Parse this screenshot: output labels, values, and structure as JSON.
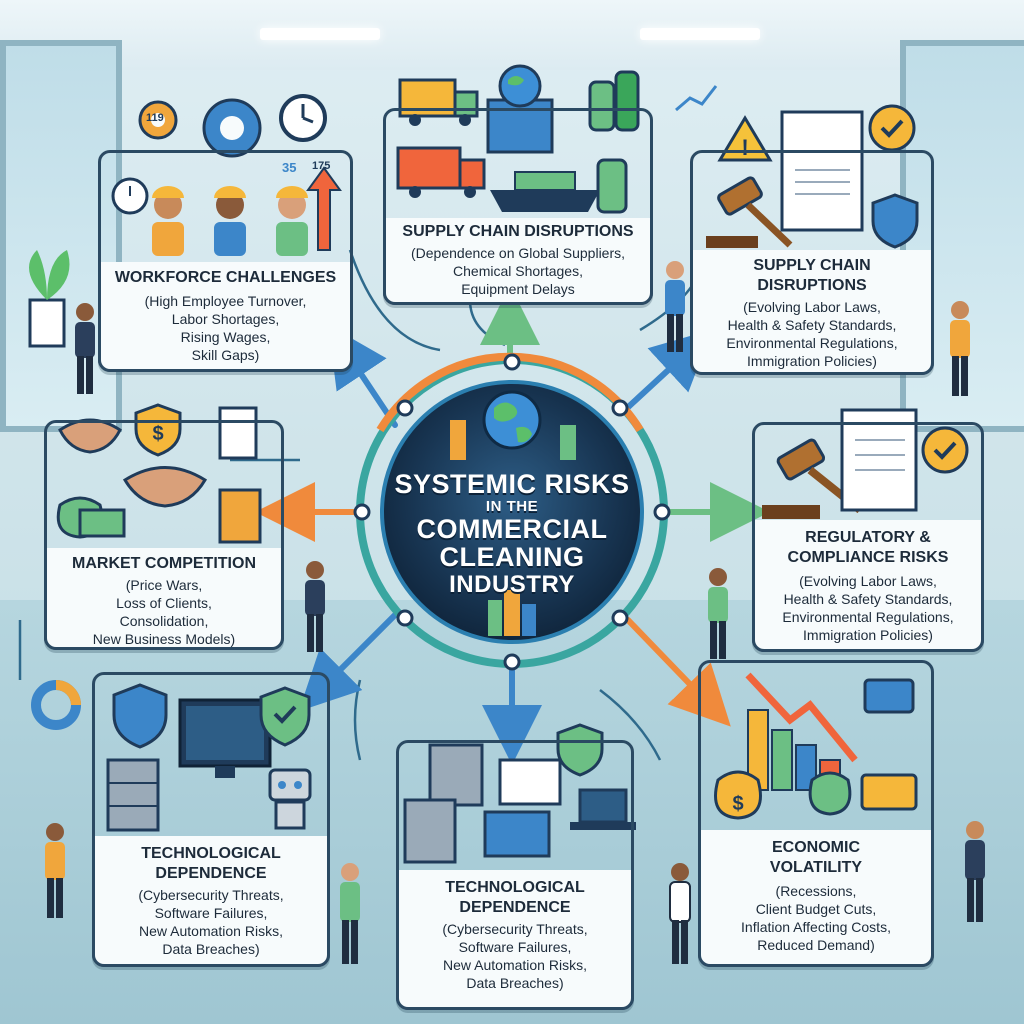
{
  "hub": {
    "lines": [
      "SYSTEMIC RISKS",
      "IN THE",
      "COMMERCIAL",
      "CLEANING",
      "INDUSTRY"
    ]
  },
  "cards": {
    "workforce": {
      "title": "WORKFORCE CHALLENGES",
      "items": [
        "(High Employee Turnover,",
        "Labor Shortages,",
        "Rising Wages,",
        "Skill Gaps)"
      ]
    },
    "supply_top": {
      "title": "SUPPLY CHAIN DISRUPTIONS",
      "items": [
        "(Dependence on Global Suppliers,",
        "Chemical Shortages,",
        "Equipment Delays"
      ]
    },
    "supply_right": {
      "title_lines": [
        "SUPPLY CHAIN",
        "DISRUPTIONS"
      ],
      "items": [
        "(Evolving Labor Laws,",
        "Health & Safety Standards,",
        "Environmental Regulations,",
        "Immigration Policies)"
      ]
    },
    "market": {
      "title": "MARKET COMPETITION",
      "items": [
        "(Price Wars,",
        "Loss of Clients,",
        "Consolidation,",
        "New Business Models)"
      ]
    },
    "regulatory": {
      "title_lines": [
        "REGULATORY &",
        "COMPLIANCE RISKS"
      ],
      "items": [
        "(Evolving Labor Laws,",
        "Health & Safety Standards,",
        "Environmental Regulations,",
        "Immigration Policies)"
      ]
    },
    "tech_left": {
      "title_lines": [
        "TECHNOLOGICAL",
        "DEPENDENCE"
      ],
      "items": [
        "(Cybersecurity Threats,",
        "Software Failures,",
        "New Automation Risks,",
        "Data Breaches)"
      ]
    },
    "tech_center": {
      "title_lines": [
        "TECHNOLOGICAL",
        "DEPENDENCE"
      ],
      "items": [
        "(Cybersecurity Threats,",
        "Software Failures,",
        "New Automation Risks,",
        "Data Breaches)"
      ]
    },
    "economic": {
      "title_lines": [
        "ECONOMIC",
        "VOLATILITY"
      ],
      "items": [
        "(Recessions,",
        "Client Budget Cuts,",
        "Inflation Affecting Costs,",
        "Reduced Demand)"
      ]
    }
  },
  "decor": {
    "badge_numbers": [
      "119",
      "175",
      "35"
    ]
  },
  "colors": {
    "navy": "#1f3b5a",
    "teal": "#3aa6a0",
    "orange": "#f08a3c",
    "blue": "#3c86c9",
    "green": "#6cbf84"
  }
}
